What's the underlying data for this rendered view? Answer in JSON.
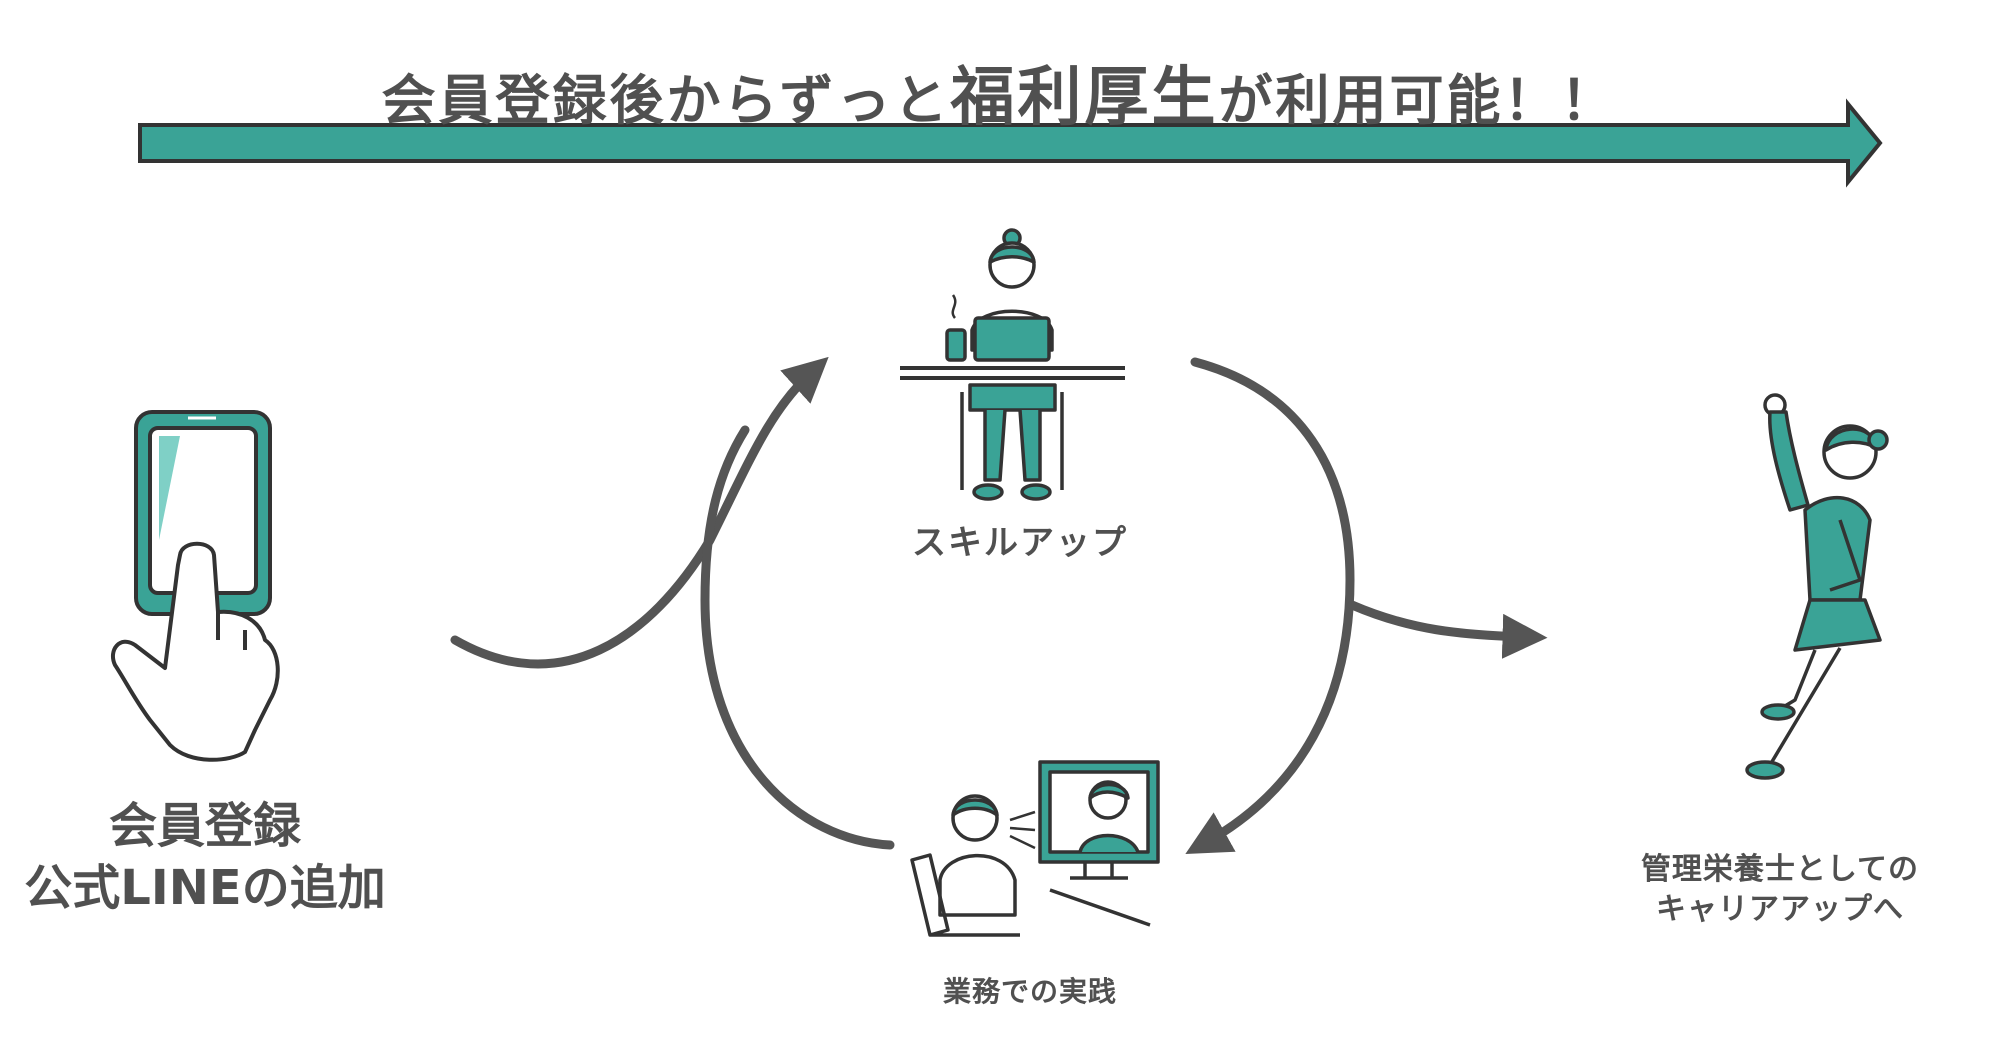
{
  "colors": {
    "accent": "#3aa396",
    "accent_dark": "#2a7f75",
    "line": "#555555",
    "text": "#505050"
  },
  "header": {
    "title_part1": "会員登録後からずっと",
    "title_emphasis": "福利厚生",
    "title_part2": "が利用可能！！"
  },
  "steps": {
    "register_line1": "会員登録",
    "register_line2": "公式LINEの追加",
    "skill_up": "スキルアップ",
    "practice": "業務での実践",
    "career_line1": "管理栄養士としての",
    "career_line2": "キャリアアップへ"
  },
  "icons": [
    "timeline-arrow",
    "smartphone-tap-icon",
    "studying-woman-icon",
    "video-call-icon",
    "cheering-woman-icon"
  ]
}
